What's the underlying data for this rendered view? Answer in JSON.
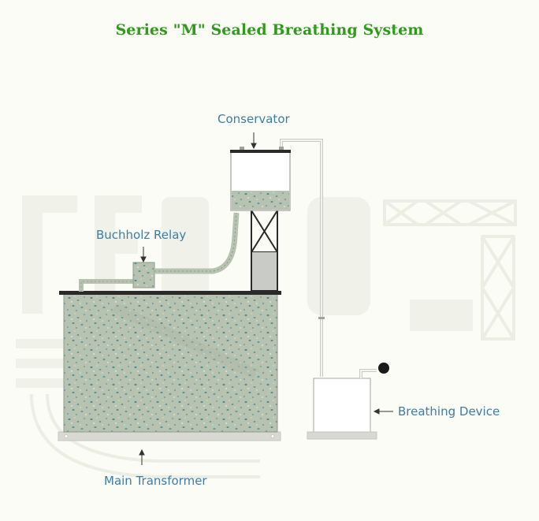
{
  "title": "Series \"M\" Sealed Breathing System",
  "labels": {
    "conservator": "Conservator",
    "buchholz_relay": "Buchholz Relay",
    "breathing_device": "Breathing Device",
    "main_transformer": "Main Transformer"
  },
  "colors": {
    "title": "#2e9b1a",
    "label": "#3d7ea6",
    "oil": "#b7c2b0",
    "oil_speckle": "#4f8e9b",
    "tank_outline": "#2a2a2a",
    "base": "#d7d9d2",
    "piston": "#c9cbc6",
    "watermark": "#f0f1e8"
  }
}
